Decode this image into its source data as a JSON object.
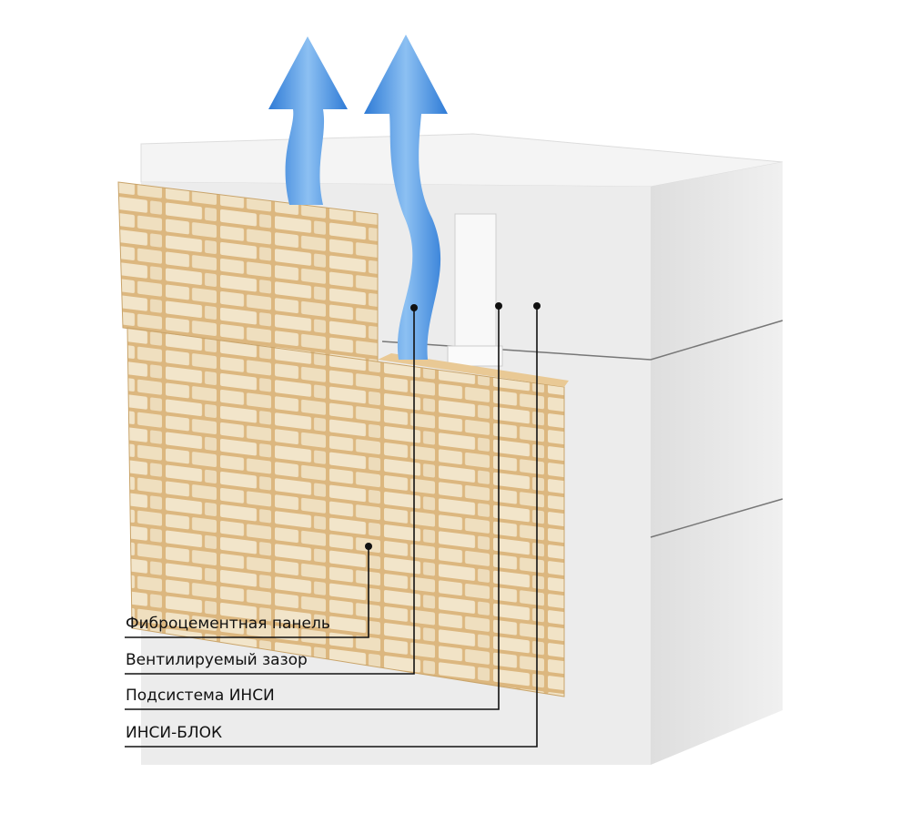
{
  "labels": [
    {
      "text": "Фиброцементная панель"
    },
    {
      "text": "Вентилируемый зазор"
    },
    {
      "text": "Подсистема ИНСИ"
    },
    {
      "text": "ИНСИ-БЛОК"
    }
  ],
  "colors": {
    "block": "#ececec",
    "panel": "#e8cfa0",
    "arrow": "#4a90e2",
    "leader": "#111111"
  }
}
